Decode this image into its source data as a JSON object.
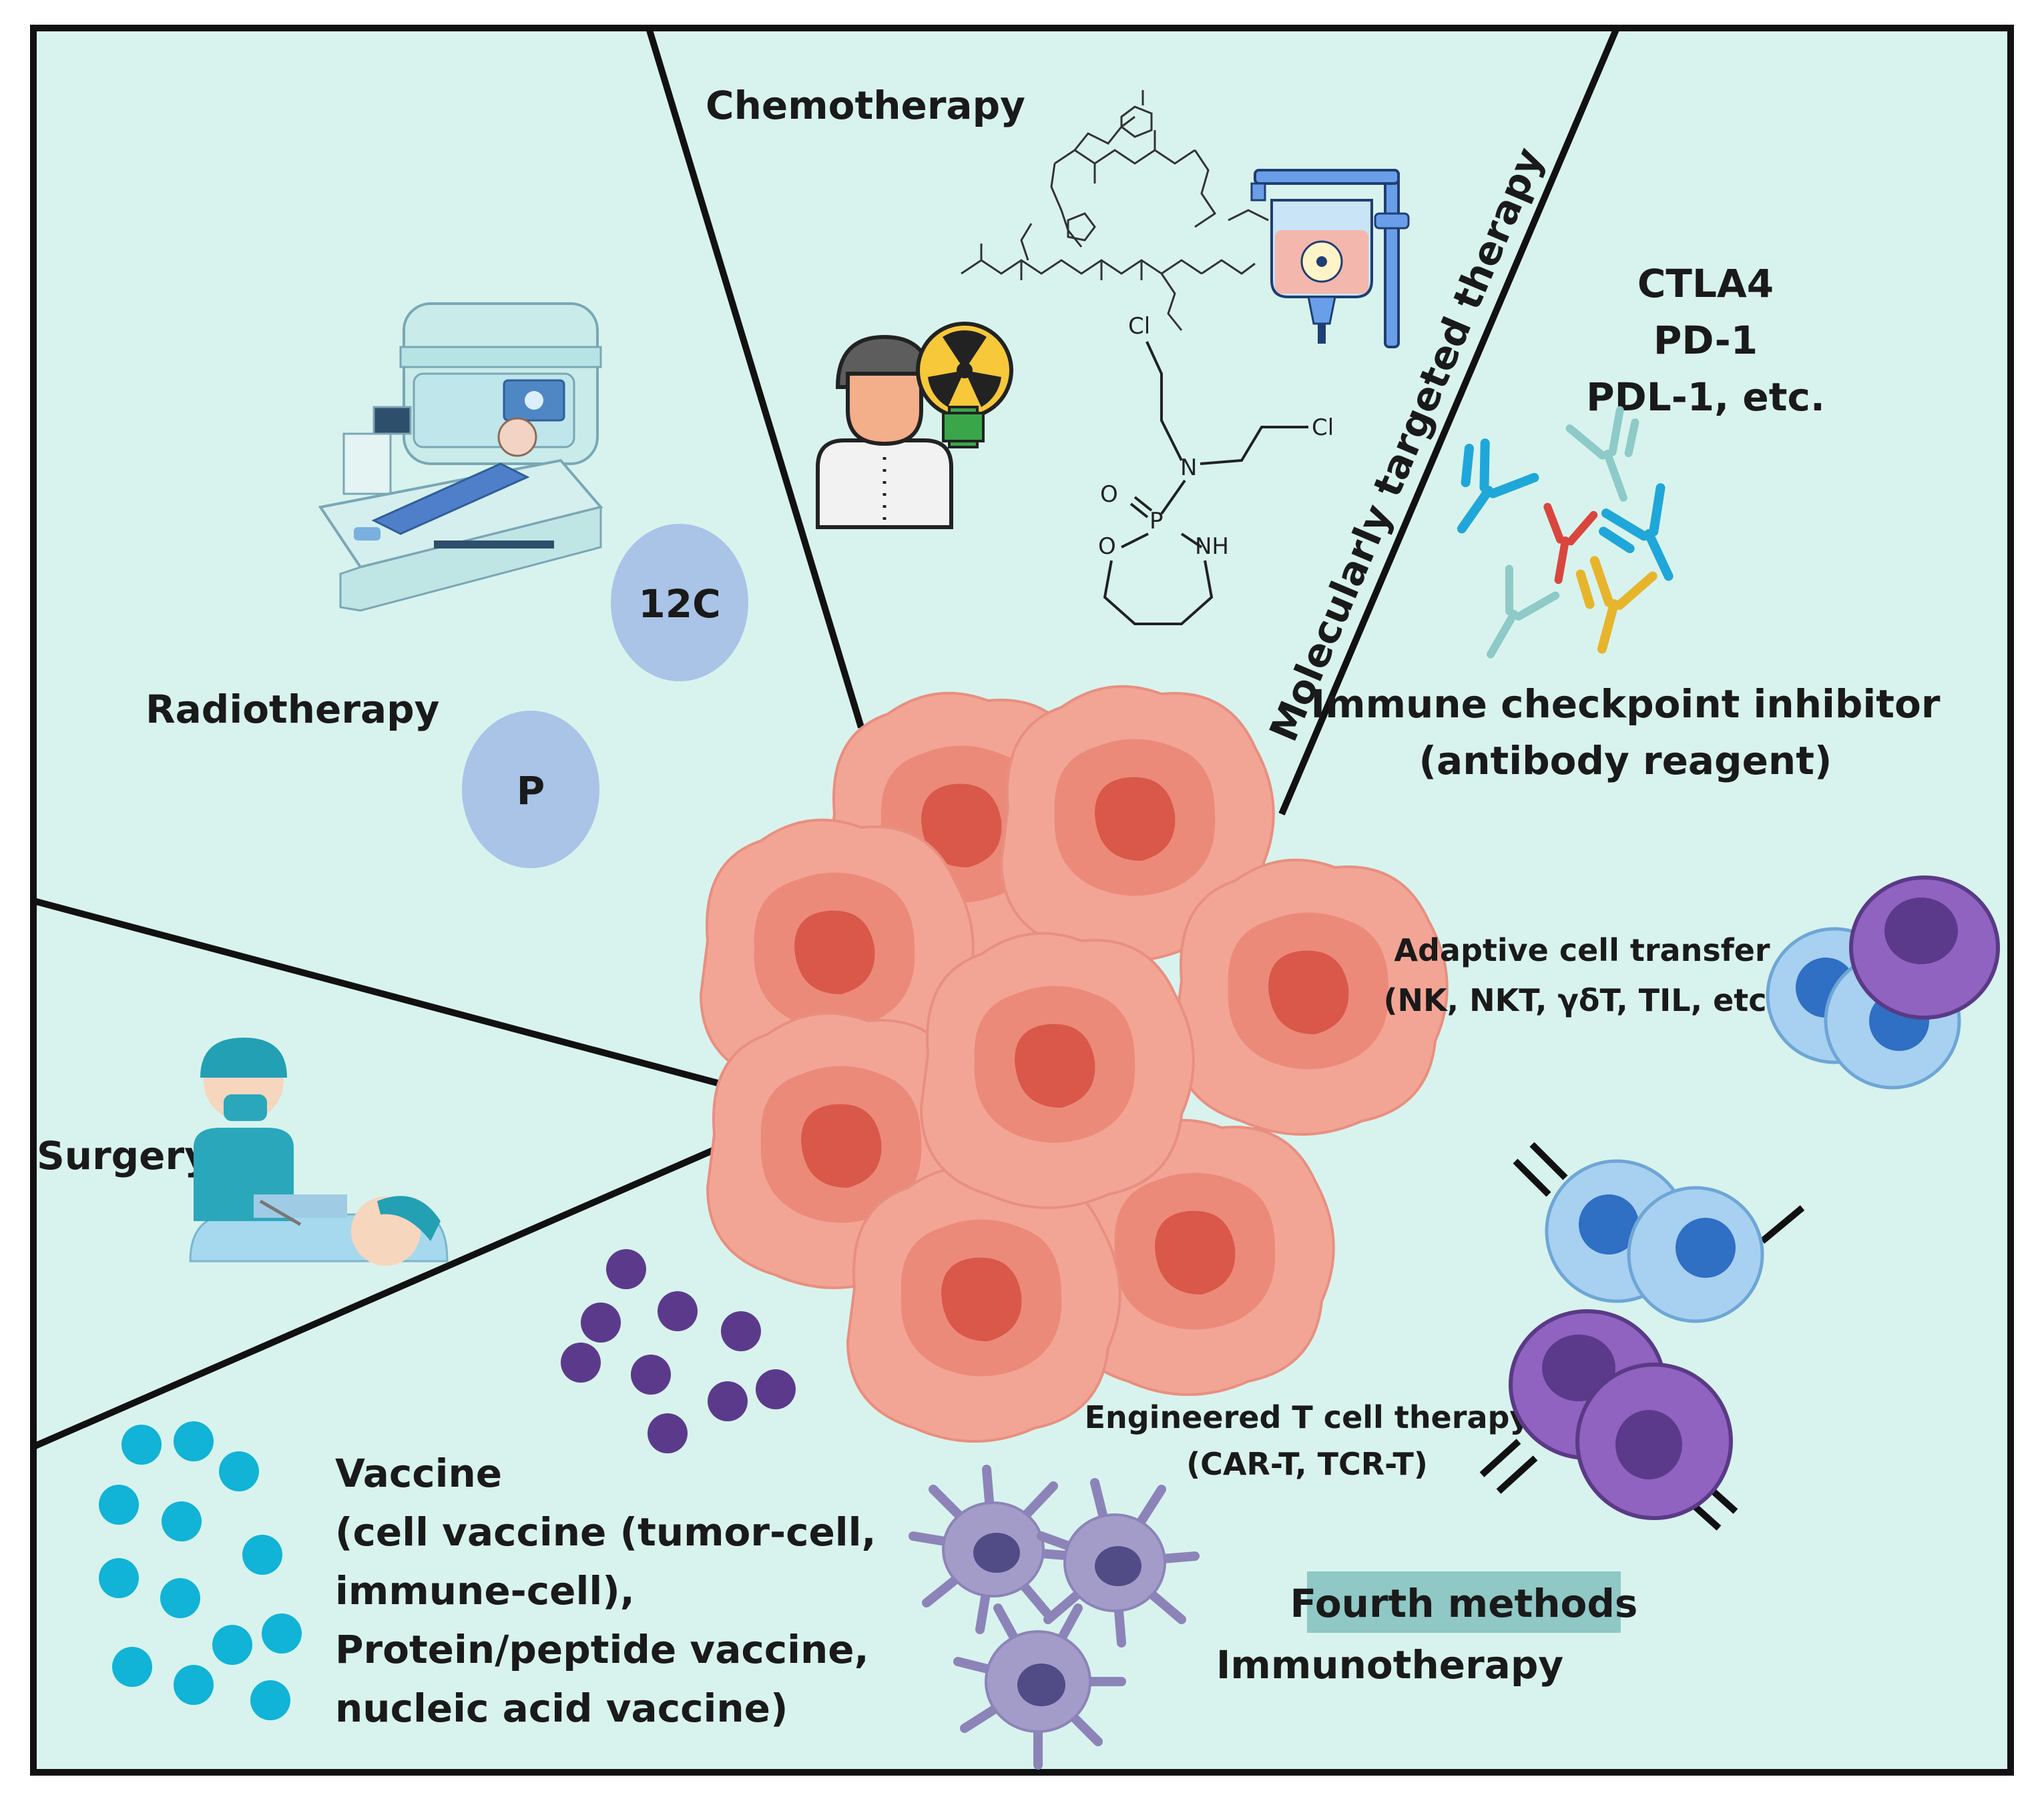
{
  "colors": {
    "background": "#d8f3ee",
    "border": "#111111",
    "tumor_outer": "#f3a595",
    "tumor_inner": "#ec8a7a",
    "tumor_nucleus": "#d9584a",
    "ion_bubble": "#a9c4e6",
    "vaccine_cyan": "#11b3d6",
    "vaccine_purple": "#5b3a8c",
    "immune_blue": "#a8d0f0",
    "immune_purple": "#8f63bf",
    "dendritic": "#8c84b8",
    "fourth_highlight": "#8fc8c5"
  },
  "sections": {
    "chemotherapy": {
      "label": "Chemotherapy",
      "chem_atoms": {
        "cl_top": "Cl",
        "cl_right": "Cl",
        "nitrogen": "N",
        "oxygen_double": "O",
        "phosphorus": "P",
        "nh": "NH",
        "oxygen_ring": "O"
      }
    },
    "targeted": {
      "label": "Molecularly targeted therapy"
    },
    "radiotherapy": {
      "label": "Radiotherapy",
      "ion_carbon": "12C",
      "ion_proton": "P"
    },
    "surgery": {
      "label": "Surgery"
    },
    "checkpoint": {
      "targets": [
        "CTLA4",
        "PD-1",
        "PDL-1, etc."
      ],
      "label_line1": "Immune checkpoint inhibitor",
      "label_line2": "(antibody reagent)"
    },
    "cell_transfer": {
      "line1": "Adaptive cell transfer",
      "line2": "(NK, NKT, γδT, TIL, etc)"
    },
    "engineered": {
      "line1": "Engineered T cell therapy",
      "line2": "(CAR-T, TCR-T)"
    },
    "vaccine": {
      "lines": [
        "Vaccine",
        "(cell vaccine (tumor-cell,",
        "immune-cell),",
        "Protein/peptide vaccine,",
        "nucleic acid vaccine)"
      ]
    },
    "immunotherapy": {
      "highlight": "Fourth methods",
      "label": "Immunotherapy"
    }
  }
}
